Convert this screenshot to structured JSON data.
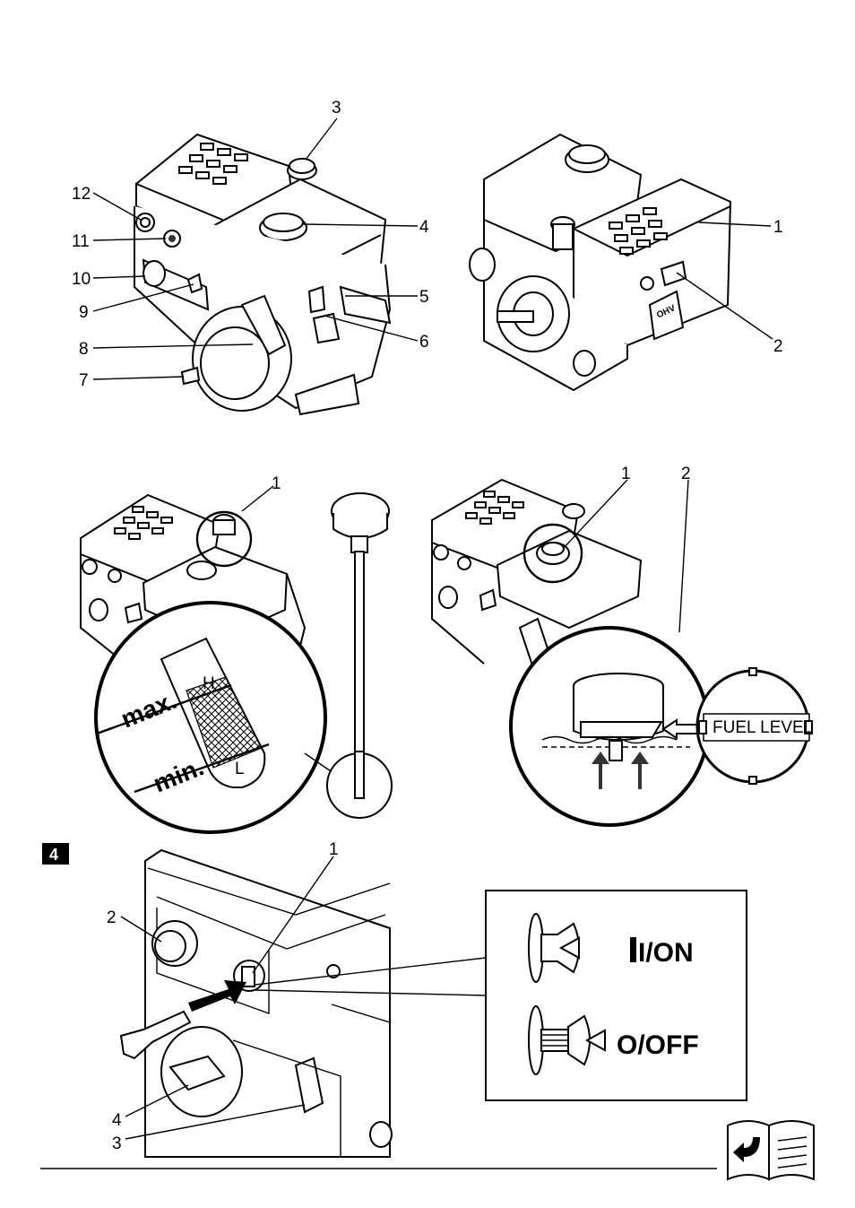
{
  "figure_top_left": {
    "callouts": [
      "3",
      "4",
      "12",
      "11",
      "10",
      "5",
      "9",
      "6",
      "8",
      "7"
    ]
  },
  "figure_top_right": {
    "callouts": [
      "1",
      "2"
    ],
    "engine_badge": "OHV"
  },
  "figure_middle_left": {
    "callouts": [
      "1"
    ],
    "dipstick_max": "max.",
    "dipstick_min": "min.",
    "mark_high": "H",
    "mark_low": "L"
  },
  "figure_middle_right": {
    "callouts": [
      "1",
      "2"
    ],
    "gauge_label": "FUEL LEVEL"
  },
  "figure_bottom": {
    "section_number": "4",
    "callouts": [
      "1",
      "2",
      "4",
      "3"
    ],
    "switch_on_label": "I/ON",
    "switch_off_label": "O/OFF"
  },
  "icons": [
    "book-return-icon"
  ]
}
